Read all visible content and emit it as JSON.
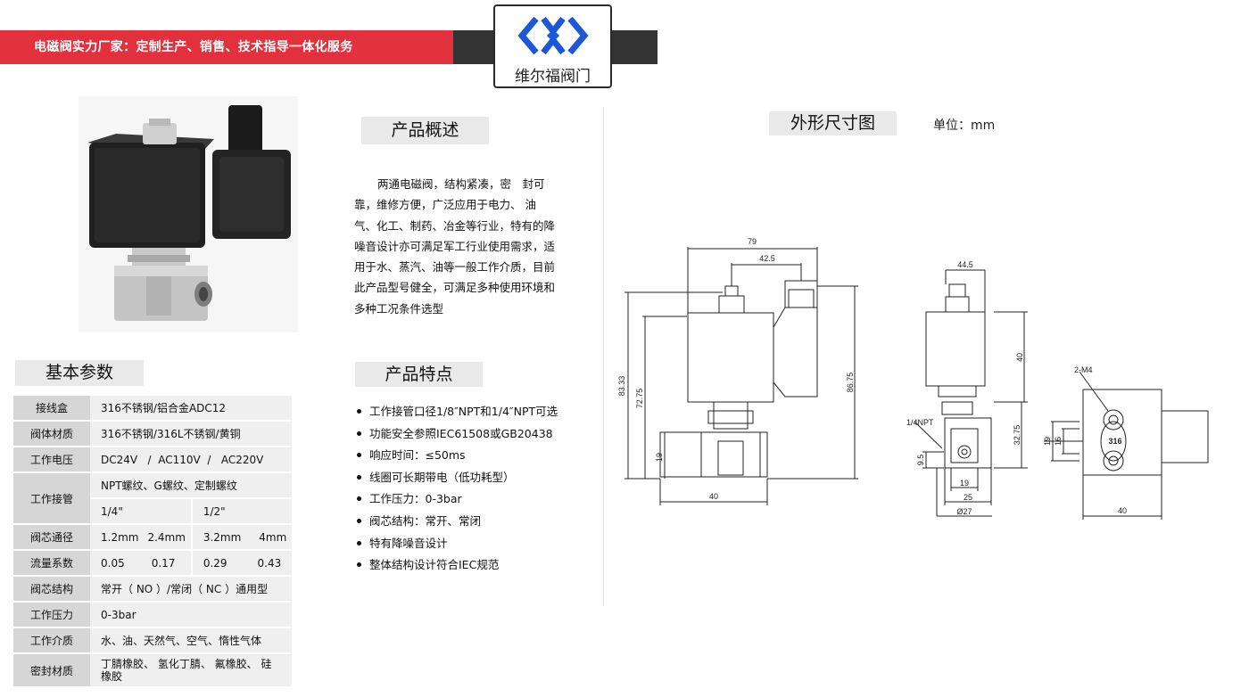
{
  "banner": {
    "slogan": "电磁阀实力厂家：定制生产、销售、技术指导一体化服务",
    "logo_text": "维尔福阀门",
    "colors": {
      "red": "#e3303d",
      "dark": "#333333",
      "logo_blue": "#1c57d6"
    }
  },
  "params": {
    "title": "基本参数",
    "rows": [
      {
        "label": "接线盒",
        "value": "316不锈钢/铝合金ADC12"
      },
      {
        "label": "阀体材质",
        "value": "316不锈钢/316L不锈钢/黄铜"
      },
      {
        "label": "工作电压",
        "value": "DC24V   /  AC110V  /   AC220V"
      },
      {
        "label": "工作接管",
        "value": "NPT螺纹、G螺纹、定制螺纹",
        "sub": [
          "1/4\"",
          "1/2\""
        ]
      },
      {
        "label": "阀芯通径",
        "cells": [
          "1.2mm",
          "2.4mm",
          "3.2mm",
          "4mm"
        ]
      },
      {
        "label": "流量系数",
        "cells": [
          "0.05",
          "0.17",
          "0.29",
          "0.43"
        ]
      },
      {
        "label": "阀芯结构",
        "value": "常开（ NO ）/常闭（ NC ）通用型"
      },
      {
        "label": "工作压力",
        "value": "0-3bar"
      },
      {
        "label": "工作介质",
        "value": "水、油、天然气、空气、惰性气体"
      },
      {
        "label": "密封材质",
        "value": "丁腈橡胶、 氢化丁腈、 氟橡胶、 硅橡胶"
      }
    ]
  },
  "overview": {
    "title": "产品概述",
    "text": "两通电磁阀，结构紧凑，密　封可靠，维修方便，广泛应用于电力、 油气、化工、制药、冶金等行业，特有的降噪音设计亦可满足军工行业使用需求，适用于水、蒸汽、油等一般工作介质，目前此产品型号健全，可满足多种使用环境和多种工况条件选型"
  },
  "features": {
    "title": "产品特点",
    "items": [
      "工作接管口径1/8″NPT和1/4″NPT可选",
      "功能安全参照IEC61508或GB20438",
      "响应时间：≤50ms",
      "线圈可长期带电（低功耗型）",
      "工作压力：0-3bar",
      "阀芯结构：常开、常闭",
      "特有降噪音设计",
      "整体结构设计符合IEC规范"
    ]
  },
  "dimensions": {
    "title": "外形尺寸图",
    "unit": "单位：mm",
    "front": {
      "width_top": "79",
      "width_mid": "42.5",
      "h_total": "83.33",
      "h_body": "72.75",
      "h_right": "86.75",
      "h_port": "19",
      "width_base": "40"
    },
    "side": {
      "width_top": "44.5",
      "h_coil": "40",
      "h_lower": "32.75",
      "thread": "1/4NPT",
      "h_port": "9.5",
      "w1": "19",
      "w2": "25",
      "diameter": "Ø27"
    },
    "bottom": {
      "holes": "2-M4",
      "mark": "316",
      "h1": "19",
      "h2": "16",
      "width": "40"
    }
  }
}
